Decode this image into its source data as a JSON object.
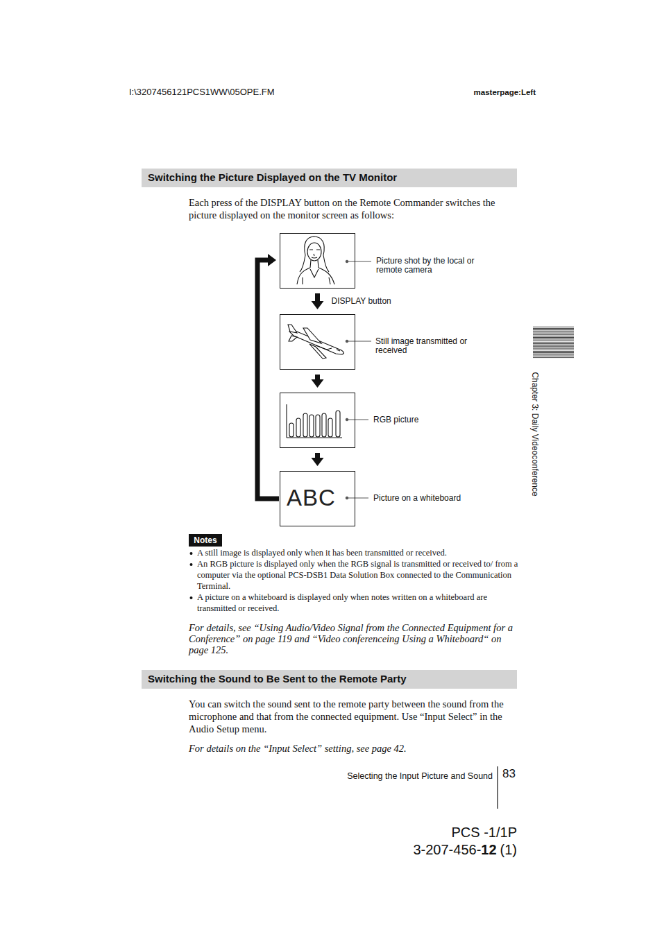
{
  "diagram": {
    "title": "Switching the Picture Displayed on the TV Monitor",
    "nodes": [
      {
        "text": [
          "Picture shot by the local or remote camera"
        ]
      },
      {
        "text": [
          "Still image transmitted or received"
        ]
      },
      {
        "text": [
          "RGB picture"
        ]
      },
      {
        "text": [
          "Picture on a whiteboard"
        ]
      }
    ],
    "edges": [
      {
        "from": 0,
        "to": 1,
        "arrow": "to",
        "label": "DISPLAY button"
      },
      {
        "from": 1,
        "to": 2,
        "arrow": "to"
      },
      {
        "from": 2,
        "to": 3,
        "arrow": "to"
      },
      {
        "from": 3,
        "to": 0,
        "arrow": "to"
      }
    ],
    "labels": [
      "I:\\3207456121PCS1WW\\05OPE.FM",
      "masterpage:Left",
      "Each press of the DISPLAY button on the Remote Commander switches the picture displayed on the monitor screen as follows:",
      "Notes",
      "A still image is displayed only when it has been transmitted or received.",
      "An RGB picture is displayed only when the RGB signal is transmitted or received to/ from a computer via the optional PCS-DSB1 Data Solution Box connected to the Communication Terminal.",
      "A picture on a whiteboard is displayed only when notes written on a whiteboard are transmitted or received.",
      "For details, see “Using Audio/Video Signal from the Connected Equipment for a Conference” on page 119 and “Video conferenceing Using a Whiteboard“ on page 125.",
      "Switching the Sound to Be Sent to the Remote Party",
      "You can switch the sound sent to the remote party between the sound from the microphone and that from the connected equipment. Use “Input Select” in the Audio Setup menu.",
      "For details on the “Input Select” setting, see page 42.",
      "Chapter 3: Daily Videoconference",
      "Selecting the Input Picture and Sound",
      "83",
      "PCS -1/1P",
      "3-207-456-",
      "12",
      "(1)",
      "ABC"
    ]
  }
}
